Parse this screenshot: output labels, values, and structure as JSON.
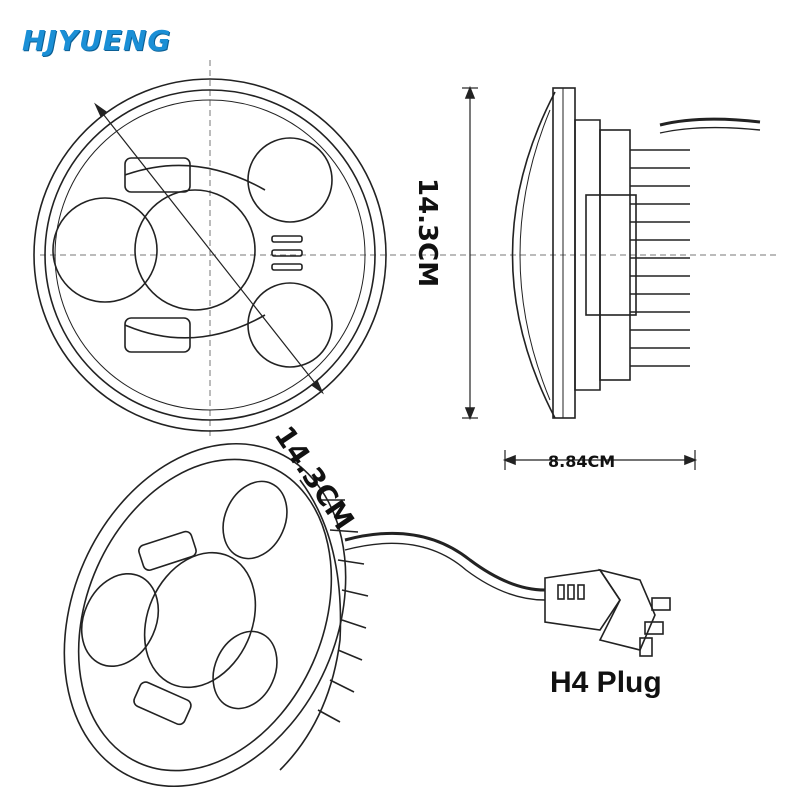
{
  "brand": {
    "name": "HJYUENG",
    "color": "#1a8fd6"
  },
  "dimensions": {
    "front_diameter": "14.3CM",
    "side_height": "14.3CM",
    "side_depth": "8.84CM"
  },
  "labels": {
    "plug": "H4 Plug"
  }
}
